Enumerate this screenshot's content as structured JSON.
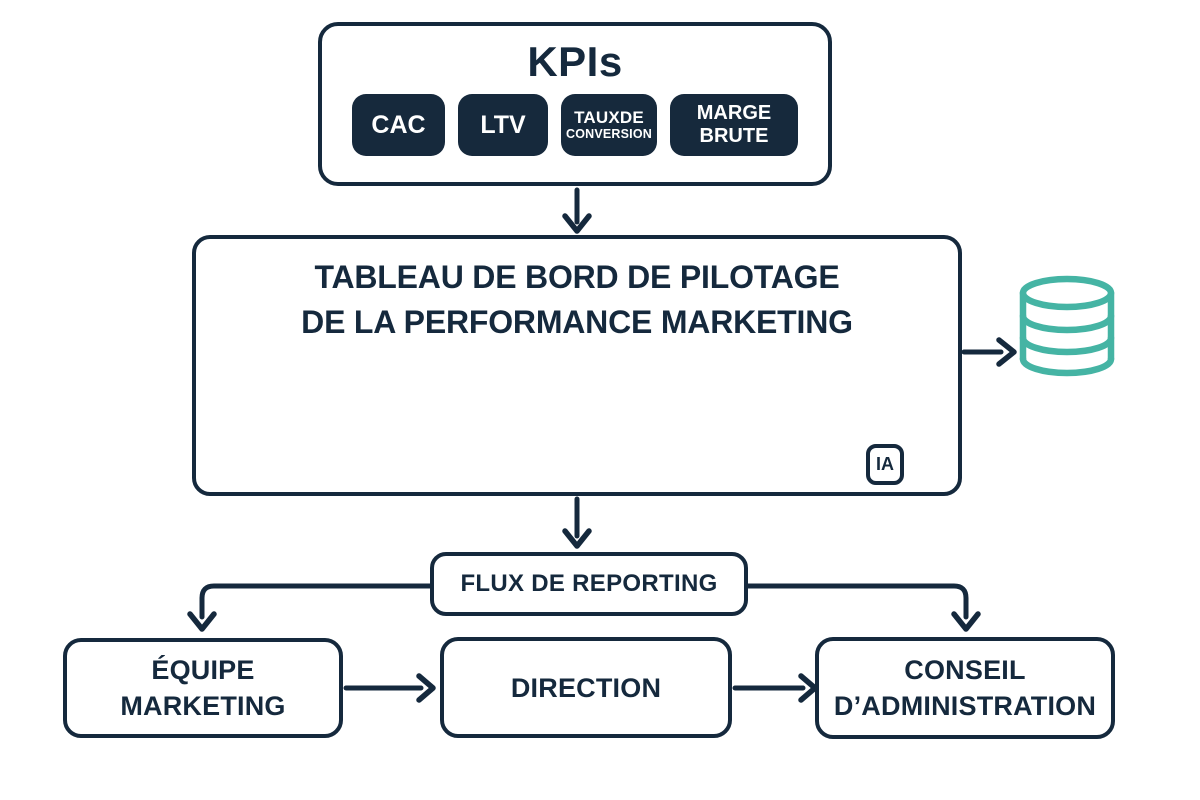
{
  "colors": {
    "navy": "#15293D",
    "pill_navy": "#16293C",
    "teal": "#45B4A4",
    "background": "#FFFFFF"
  },
  "kpis_box": {
    "title": "KPIs",
    "items": [
      {
        "label": "CAC"
      },
      {
        "label": "LTV"
      },
      {
        "label": "TAUXDE",
        "label2": "CONVERSION"
      },
      {
        "label": "MARGE",
        "label2": "BRUTE"
      }
    ]
  },
  "dashboard_box": {
    "title_line1": "TABLEAU DE BORD DE PILOTAGE",
    "title_line2": "DE LA PERFORMANCE MARKETING",
    "ia_badge": "IA"
  },
  "reporting_box": {
    "label": "FLUX DE REPORTING"
  },
  "bottom_boxes": {
    "marketing": {
      "line1": "ÉQUIPE",
      "line2": "MARKETING"
    },
    "direction": {
      "label": "DIRECTION"
    },
    "board": {
      "line1": "CONSEIL",
      "line2": "D’ADMINISTRATION"
    }
  },
  "icons": {
    "bar_chart": "bar-chart-icon",
    "line_chart": "line-chart-icon",
    "pie_chart": "pie-chart-icon",
    "database": "database-icon",
    "arrows": "chevron-arrow"
  }
}
